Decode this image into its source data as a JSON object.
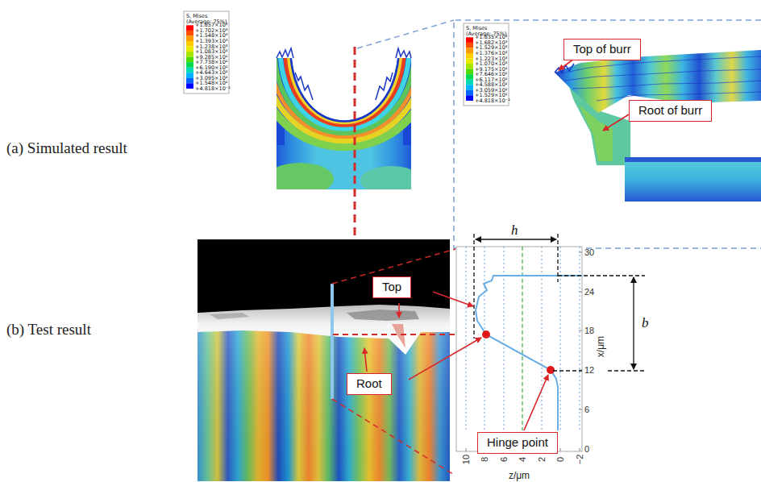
{
  "diagram": {
    "nodes": [
      {
        "text": [
          "Top of burr"
        ]
      },
      {
        "text": [
          "Root of burr"
        ]
      },
      {
        "text": [
          "Top"
        ]
      },
      {
        "text": [
          "Root"
        ]
      },
      {
        "text": [
          "Hinge point"
        ]
      }
    ],
    "labels": [
      "(a) Simulated result",
      "S, Mises",
      "(Average: 75%)",
      "+1.857×10³",
      "+1.702×10³",
      "+1.548×10³",
      "+1.393×10³",
      "+1.238×10³",
      "+1.083×10³",
      "+9.285×10²",
      "+7.738×10²",
      "+6.190×10²",
      "+4.643×10²",
      "+3.095×10²",
      "+1.548×10²",
      "+4.818×10⁻¹",
      "S, Mises",
      "(Average: 75%)",
      "+1.835×10³",
      "+1.682×10³",
      "+1.529×10³",
      "+1.376×10³",
      "+1.223×10³",
      "+1.070×10³",
      "+9.175×10²",
      "+7.646×10²",
      "+6.117×10²",
      "+4.588×10²",
      "+3.059×10²",
      "+1.529×10²",
      "+4.818×10⁻¹",
      "(b) Test result",
      "h",
      "b",
      "30",
      "24",
      "18",
      "12",
      "6",
      "0",
      "x/μm",
      "10",
      "8",
      "6",
      "4",
      "2",
      "0",
      "−2",
      "z/μm"
    ]
  }
}
